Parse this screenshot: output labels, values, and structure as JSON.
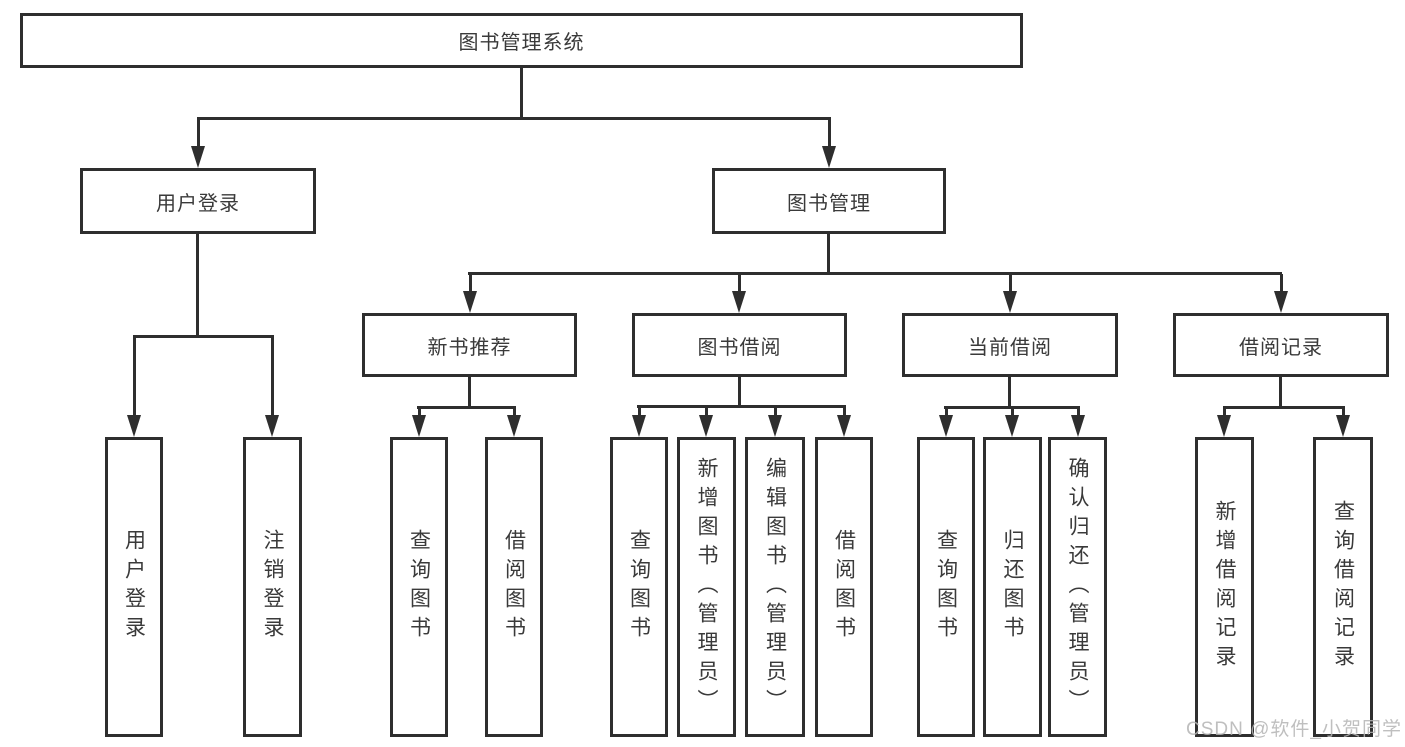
{
  "tree": {
    "root": {
      "label": "图书管理系统",
      "children": [
        {
          "label": "用户登录",
          "children": [
            {
              "label": "用户登录"
            },
            {
              "label": "注销登录"
            }
          ]
        },
        {
          "label": "图书管理",
          "children": [
            {
              "label": "新书推荐",
              "children": [
                {
                  "label": "查询图书"
                },
                {
                  "label": "借阅图书"
                }
              ]
            },
            {
              "label": "图书借阅",
              "children": [
                {
                  "label": "查询图书"
                },
                {
                  "label": "新增图书（管理员）"
                },
                {
                  "label": "编辑图书（管理员）"
                },
                {
                  "label": "借阅图书"
                }
              ]
            },
            {
              "label": "当前借阅",
              "children": [
                {
                  "label": "查询图书"
                },
                {
                  "label": "归还图书"
                },
                {
                  "label": "确认归还（管理员）"
                }
              ]
            },
            {
              "label": "借阅记录",
              "children": [
                {
                  "label": "新增借阅记录"
                },
                {
                  "label": "查询借阅记录"
                }
              ]
            }
          ]
        }
      ]
    }
  },
  "watermark": {
    "text": "CSDN @软件_小贺同学"
  },
  "colors": {
    "line": "#2e2e2e",
    "text": "#3a3a3a",
    "background": "#ffffff",
    "watermark": "#b4b4b4"
  }
}
